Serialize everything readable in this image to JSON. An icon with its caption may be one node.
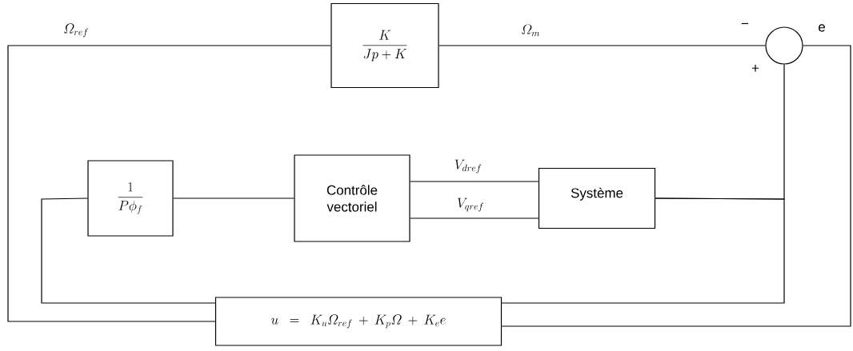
{
  "diagram": {
    "nodes": [
      {
        "text": [
          "\\frac{K}{Jp+K}"
        ]
      },
      {
        "text": [],
        "shape": "circle"
      },
      {
        "text": [
          "\\frac{1}{P\\phi_f}"
        ]
      },
      {
        "text": [
          "Contrôle vectoriel"
        ]
      },
      {
        "text": [
          "Système"
        ]
      },
      {
        "text": [
          "u=K_u\\varOmega_{ref}+K_p\\varOmega+K_e e"
        ]
      }
    ],
    "edges": [
      {
        "from": 5,
        "to": 0,
        "arrow": "none",
        "label": "\\varOmega_{ref}"
      },
      {
        "from": 0,
        "to": 1,
        "arrow": "none",
        "label": "\\varOmega_m"
      },
      {
        "from": 1,
        "to": 5,
        "arrow": "none",
        "label": "e"
      },
      {
        "from": 4,
        "to": 1,
        "arrow": "none"
      },
      {
        "from": 4,
        "to": 5,
        "arrow": "none"
      },
      {
        "from": 5,
        "to": 2,
        "arrow": "none"
      },
      {
        "from": 2,
        "to": 3,
        "arrow": "none"
      },
      {
        "from": 3,
        "to": 4,
        "arrow": "none",
        "label": "V_{dref}"
      },
      {
        "from": 3,
        "to": 4,
        "arrow": "none",
        "label": "V_{qref}"
      }
    ],
    "labels": [
      "−",
      "+"
    ]
  }
}
